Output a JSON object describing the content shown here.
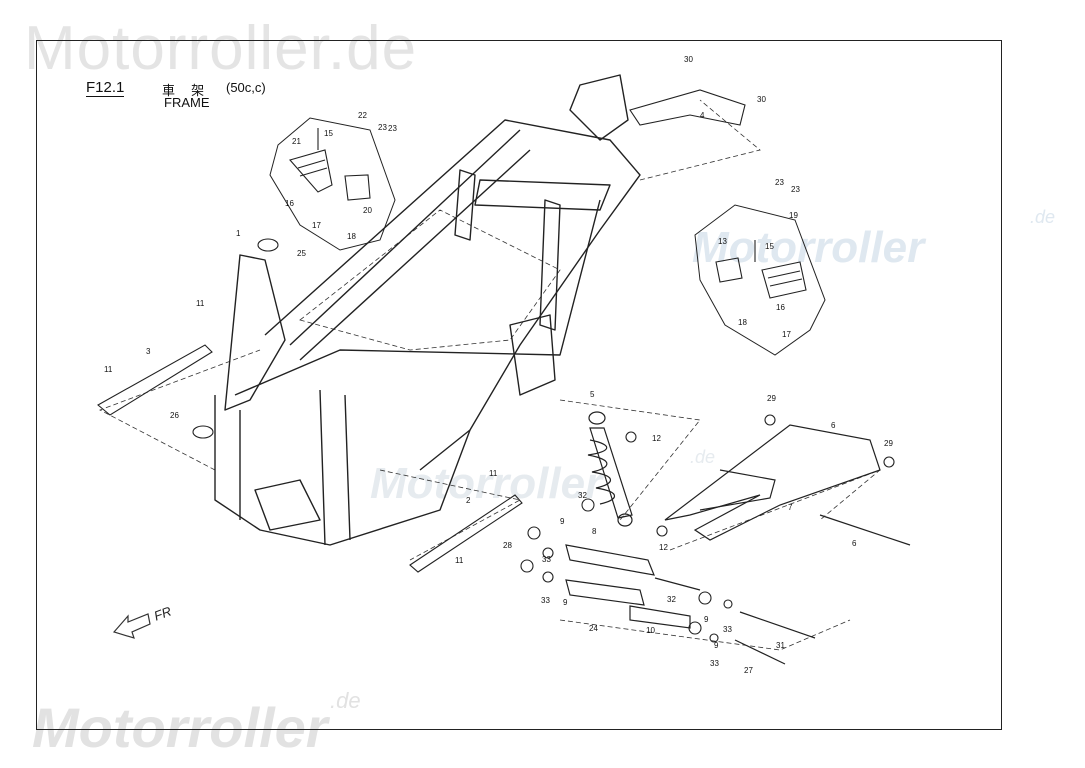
{
  "watermarks": {
    "top": "Motorroller.de",
    "right": "Motorroller",
    "right_suffix": ".de",
    "middle": "Motorroller",
    "middle_suffix": ".de",
    "bottom": "Motorroller",
    "bottom_suffix": ".de"
  },
  "header": {
    "code": "F12.1",
    "title_cjk": "車 架",
    "spec": "(50c,c)",
    "title_en": "FRAME"
  },
  "direction_label": "FR",
  "colors": {
    "line": "#222222",
    "watermark": "#e4e4e4",
    "watermark_blue": "#dfe8f0"
  },
  "part_numbers": [
    "1",
    "2",
    "3",
    "4",
    "5",
    "6",
    "6",
    "7",
    "8",
    "9",
    "9",
    "9",
    "9",
    "10",
    "11",
    "11",
    "11",
    "11",
    "12",
    "12",
    "13",
    "15",
    "15",
    "16",
    "16",
    "17",
    "17",
    "18",
    "18",
    "19",
    "20",
    "21",
    "22",
    "23",
    "23",
    "23",
    "23",
    "24",
    "25",
    "26",
    "27",
    "28",
    "29",
    "29",
    "30",
    "30",
    "31",
    "32",
    "32",
    "33",
    "33",
    "33",
    "33"
  ]
}
